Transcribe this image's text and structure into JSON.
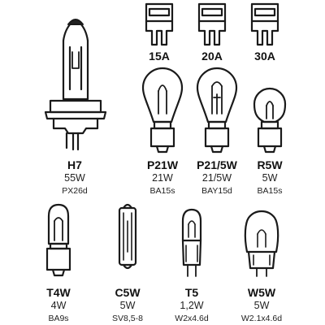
{
  "colors": {
    "line": "#1a1a1a",
    "filament": "#1a1a1a",
    "lamp_tip": "#222222",
    "background": "#ffffff"
  },
  "fuses": [
    {
      "label": "15A",
      "icon": "blade-fuse-icon"
    },
    {
      "label": "20A",
      "icon": "blade-fuse-icon"
    },
    {
      "label": "30A",
      "icon": "blade-fuse-icon"
    }
  ],
  "bulbs": [
    {
      "code": "H7",
      "watt": "55W",
      "base": "PX26d",
      "icon": "h7-halogen-bulb-icon"
    },
    {
      "code": "P21W",
      "watt": "21W",
      "base": "BA15s",
      "icon": "p21w-bulb-icon"
    },
    {
      "code": "P21/5W",
      "watt": "21/5W",
      "base": "BAY15d",
      "icon": "p21-5w-bulb-icon"
    },
    {
      "code": "R5W",
      "watt": "5W",
      "base": "BA15s",
      "icon": "r5w-bulb-icon"
    },
    {
      "code": "T4W",
      "watt": "4W",
      "base": "BA9s",
      "icon": "t4w-bulb-icon"
    },
    {
      "code": "C5W",
      "watt": "5W",
      "base": "SV8,5-8",
      "icon": "c5w-festoon-bulb-icon"
    },
    {
      "code": "T5",
      "watt": "1,2W",
      "base": "W2x4.6d",
      "icon": "t5-wedge-bulb-icon"
    },
    {
      "code": "W5W",
      "watt": "5W",
      "base": "W2.1x4.6d",
      "icon": "w5w-wedge-bulb-icon"
    }
  ]
}
